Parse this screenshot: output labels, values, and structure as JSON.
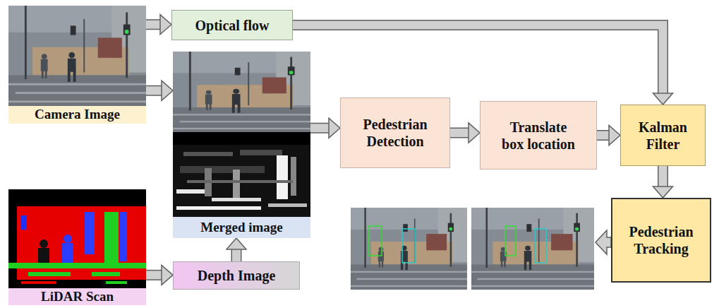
{
  "diagram": {
    "nodes": [
      {
        "text": [
          "Camera Image"
        ]
      },
      {
        "text": [
          "Optical flow"
        ]
      },
      {
        "text": [
          "Merged image"
        ]
      },
      {
        "text": [
          "Pedestrian Detection"
        ]
      },
      {
        "text": [
          "Translate box location"
        ]
      },
      {
        "text": [
          "Kalman Filter"
        ]
      },
      {
        "text": [
          "Pedestrian Tracking"
        ]
      },
      {
        "text": [
          "LiDAR Scan"
        ]
      },
      {
        "text": [
          "Depth Image"
        ]
      }
    ],
    "edges": [
      {
        "from": 0,
        "to": 1,
        "arrow": "to"
      },
      {
        "from": 0,
        "to": 2,
        "arrow": "to"
      },
      {
        "from": 2,
        "to": 3,
        "arrow": "to"
      },
      {
        "from": 3,
        "to": 4,
        "arrow": "to"
      },
      {
        "from": 4,
        "to": 5,
        "arrow": "to"
      },
      {
        "from": 1,
        "to": 5,
        "arrow": "to"
      },
      {
        "from": 5,
        "to": 6,
        "arrow": "to"
      },
      {
        "from": 7,
        "to": 8,
        "arrow": "to"
      },
      {
        "from": 8,
        "to": 2,
        "arrow": "to"
      }
    ]
  }
}
